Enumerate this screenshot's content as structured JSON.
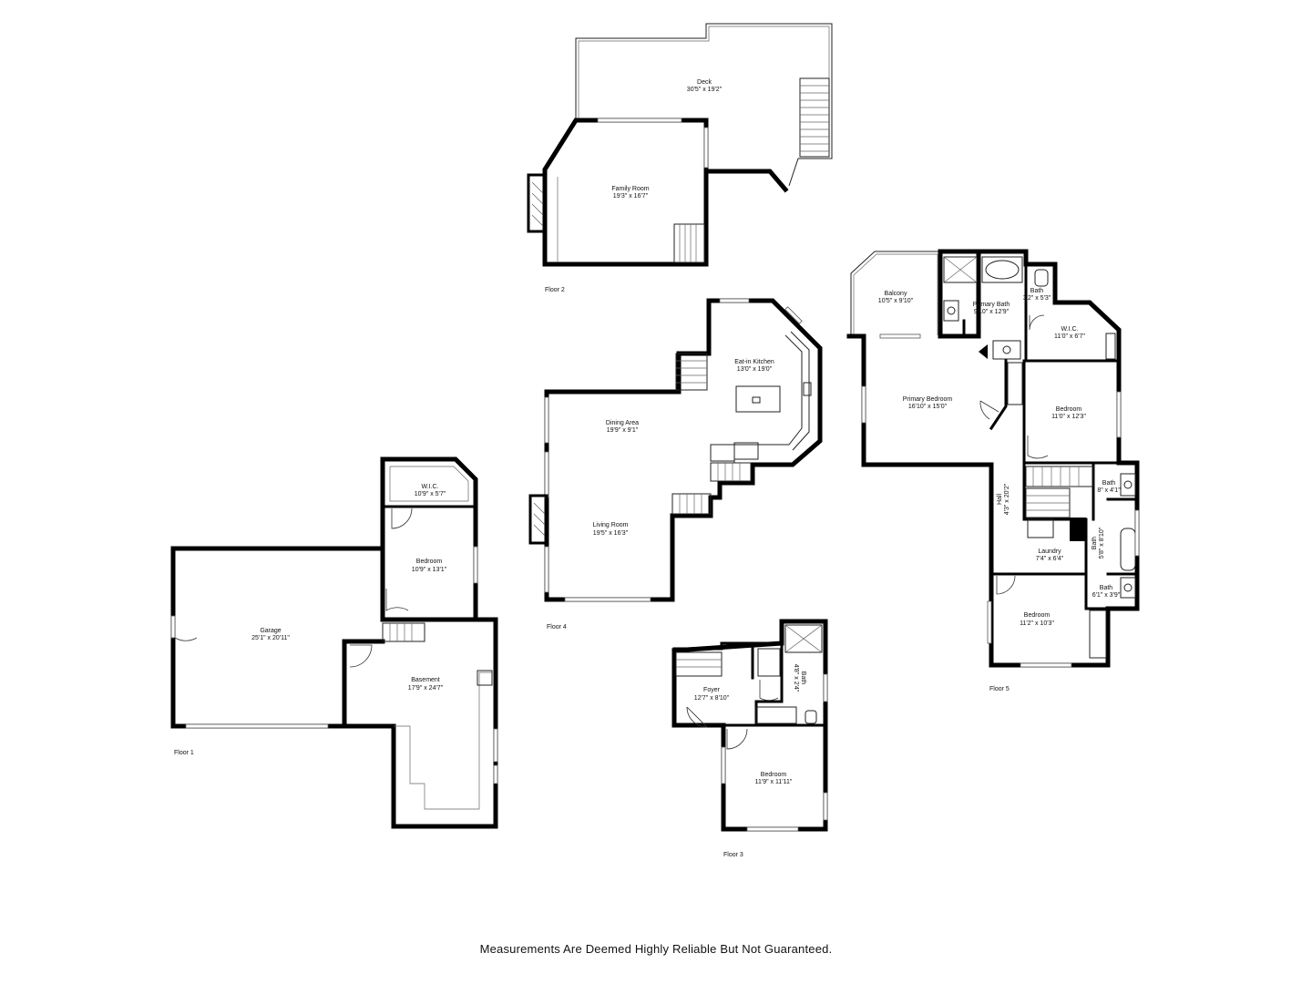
{
  "disclaimer": "Measurements Are Deemed Highly Reliable But Not Guaranteed.",
  "floors": {
    "floor1": {
      "label": "Floor 1",
      "rooms": {
        "garage": {
          "name": "Garage",
          "dims": "25'1\" x 20'11\""
        },
        "wic": {
          "name": "W.I.C.",
          "dims": "10'9\" x 5'7\""
        },
        "bedroom": {
          "name": "Bedroom",
          "dims": "10'9\" x 13'1\""
        },
        "basement": {
          "name": "Basement",
          "dims": "17'9\" x 24'7\""
        }
      }
    },
    "floor2": {
      "label": "Floor 2",
      "rooms": {
        "deck": {
          "name": "Deck",
          "dims": "30'5\" x 19'2\""
        },
        "family_room": {
          "name": "Family Room",
          "dims": "19'3\" x 16'7\""
        }
      }
    },
    "floor3": {
      "label": "Floor 3",
      "rooms": {
        "foyer": {
          "name": "Foyer",
          "dims": "12'7\" x 8'10\""
        },
        "bath": {
          "name": "Bath",
          "dims": "4'8\" x 2'4\""
        },
        "bedroom": {
          "name": "Bedroom",
          "dims": "11'9\" x 11'11\""
        }
      }
    },
    "floor4": {
      "label": "Floor 4",
      "rooms": {
        "kitchen": {
          "name": "Eat-in Kitchen",
          "dims": "13'0\" x 19'0\""
        },
        "dining": {
          "name": "Dining Area",
          "dims": "19'9\" x 9'1\""
        },
        "living": {
          "name": "Living Room",
          "dims": "19'5\" x 16'3\""
        }
      }
    },
    "floor5": {
      "label": "Floor 5",
      "rooms": {
        "balcony": {
          "name": "Balcony",
          "dims": "10'5\" x 9'10\""
        },
        "primary_bath": {
          "name": "Primary Bath",
          "dims": "9'10\" x 12'9\""
        },
        "bath_small": {
          "name": "Bath",
          "dims": "3'2\" x 5'3\""
        },
        "wic": {
          "name": "W.I.C.",
          "dims": "11'0\" x 6'7\""
        },
        "primary_bedroom": {
          "name": "Primary Bedroom",
          "dims": "16'10\" x 15'0\""
        },
        "bedroom_a": {
          "name": "Bedroom",
          "dims": "11'0\" x 12'3\""
        },
        "bath_b": {
          "name": "Bath",
          "dims": "8\" x 4'1\""
        },
        "hall": {
          "name": "Hall",
          "dims": "4'3\" x 20'2\""
        },
        "laundry": {
          "name": "Laundry",
          "dims": "7'4\" x 6'4\""
        },
        "bath_c": {
          "name": "Bath",
          "dims": "5'8\" x 8'10\""
        },
        "bath_d": {
          "name": "Bath",
          "dims": "6'1\" x 3'9\""
        },
        "bedroom_b": {
          "name": "Bedroom",
          "dims": "11'2\" x 10'3\""
        }
      }
    }
  }
}
